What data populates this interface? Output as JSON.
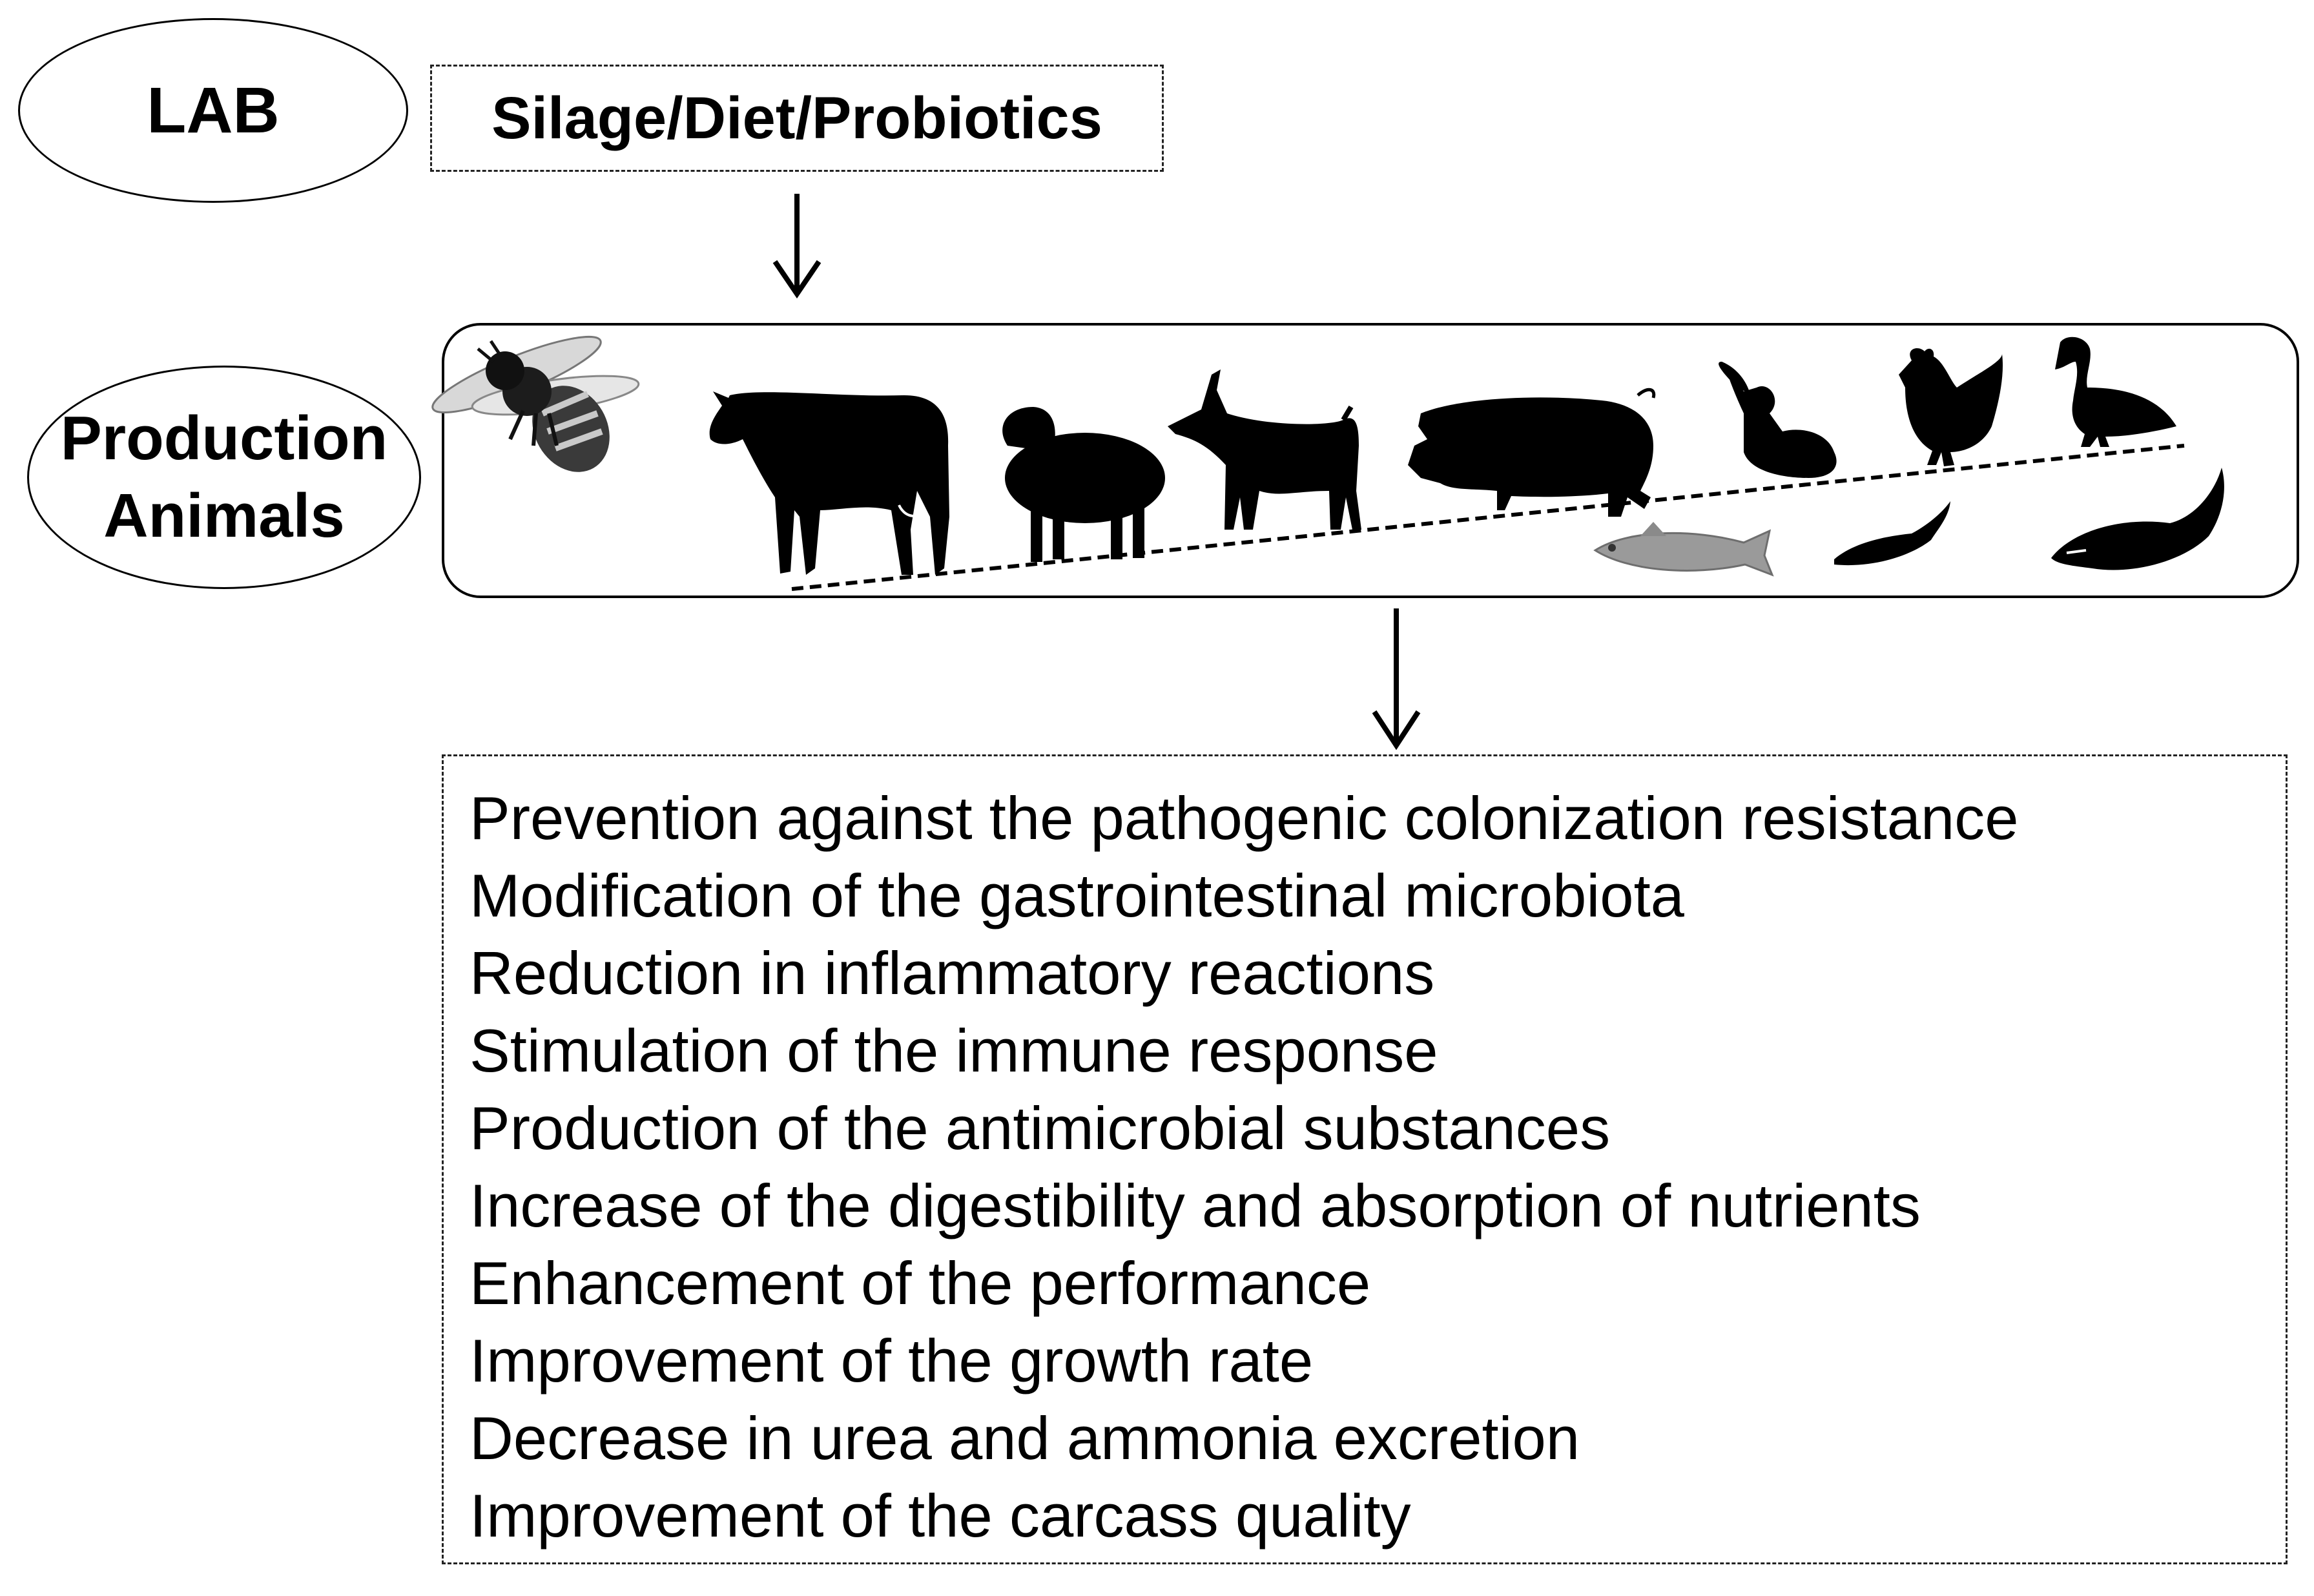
{
  "lab_label": "LAB",
  "input_label": "Silage/Diet/Probiotics",
  "production_animals": {
    "line1": "Production",
    "line2": "Animals"
  },
  "animals": [
    "bee-icon",
    "cow-icon",
    "sheep-icon",
    "goat-icon",
    "pig-icon",
    "rabbit-icon",
    "chicken-icon",
    "duck-icon",
    "trout-icon",
    "fish-icon",
    "salmon-icon"
  ],
  "effects": [
    "Prevention against the pathogenic colonization resistance",
    "Modification of the gastrointestinal microbiota",
    "Reduction in inflammatory reactions",
    "Stimulation of the immune response",
    "Production of the antimicrobial substances",
    "Increase of the digestibility and absorption of nutrients",
    "Enhancement of the performance",
    "Improvement of the growth rate",
    "Decrease in urea and ammonia excretion",
    "Improvement of the carcass quality"
  ]
}
